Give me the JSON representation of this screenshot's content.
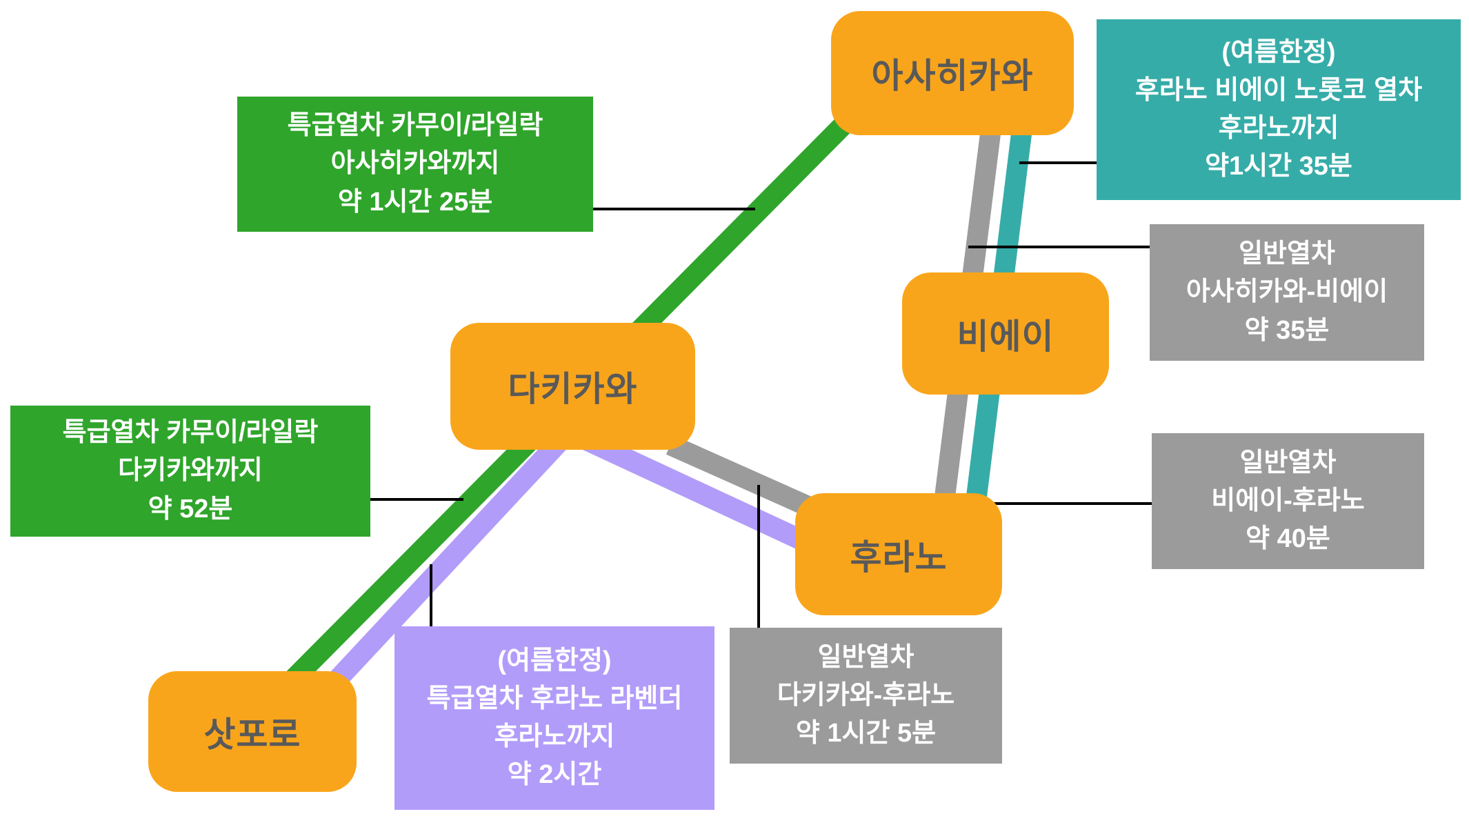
{
  "colors": {
    "background": "#FFFFFF",
    "station_fill": "#F9A51B",
    "station_text": "#595959",
    "route_green": "#2FA52B",
    "route_purple": "#B29CF9",
    "route_gray": "#9B9B9B",
    "route_teal": "#36ACA8",
    "label_text": "#FFFFFF",
    "connector": "#000000"
  },
  "stations": {
    "asahikawa": {
      "label": "아사히카와"
    },
    "biei": {
      "label": "비에이"
    },
    "takikawa": {
      "label": "다키카와"
    },
    "furano": {
      "label": "후라노"
    },
    "sapporo": {
      "label": "삿포로"
    }
  },
  "labels": {
    "express_asahikawa": {
      "lines": [
        "특급열차 카무이/라일락",
        "아사히카와까지",
        "약 1시간 25분"
      ]
    },
    "norokko": {
      "lines": [
        "(여름한정)",
        "후라노 비에이 노롯코 열차",
        "후라노까지",
        "약1시간 35분"
      ]
    },
    "local_asahikawa_biei": {
      "lines": [
        "일반열차",
        "아사히카와-비에이",
        "약 35분"
      ]
    },
    "local_biei_furano": {
      "lines": [
        "일반열차",
        "비에이-후라노",
        "약 40분"
      ]
    },
    "express_takikawa": {
      "lines": [
        "특급열차 카무이/라일락",
        "다키카와까지",
        "약 52분"
      ]
    },
    "lavender": {
      "lines": [
        "(여름한정)",
        "특급열차 후라노 라벤더",
        "후라노까지",
        "약 2시간"
      ]
    },
    "local_takikawa_furano": {
      "lines": [
        "일반열차",
        "다키카와-후라노",
        "약 1시간 5분"
      ]
    }
  }
}
